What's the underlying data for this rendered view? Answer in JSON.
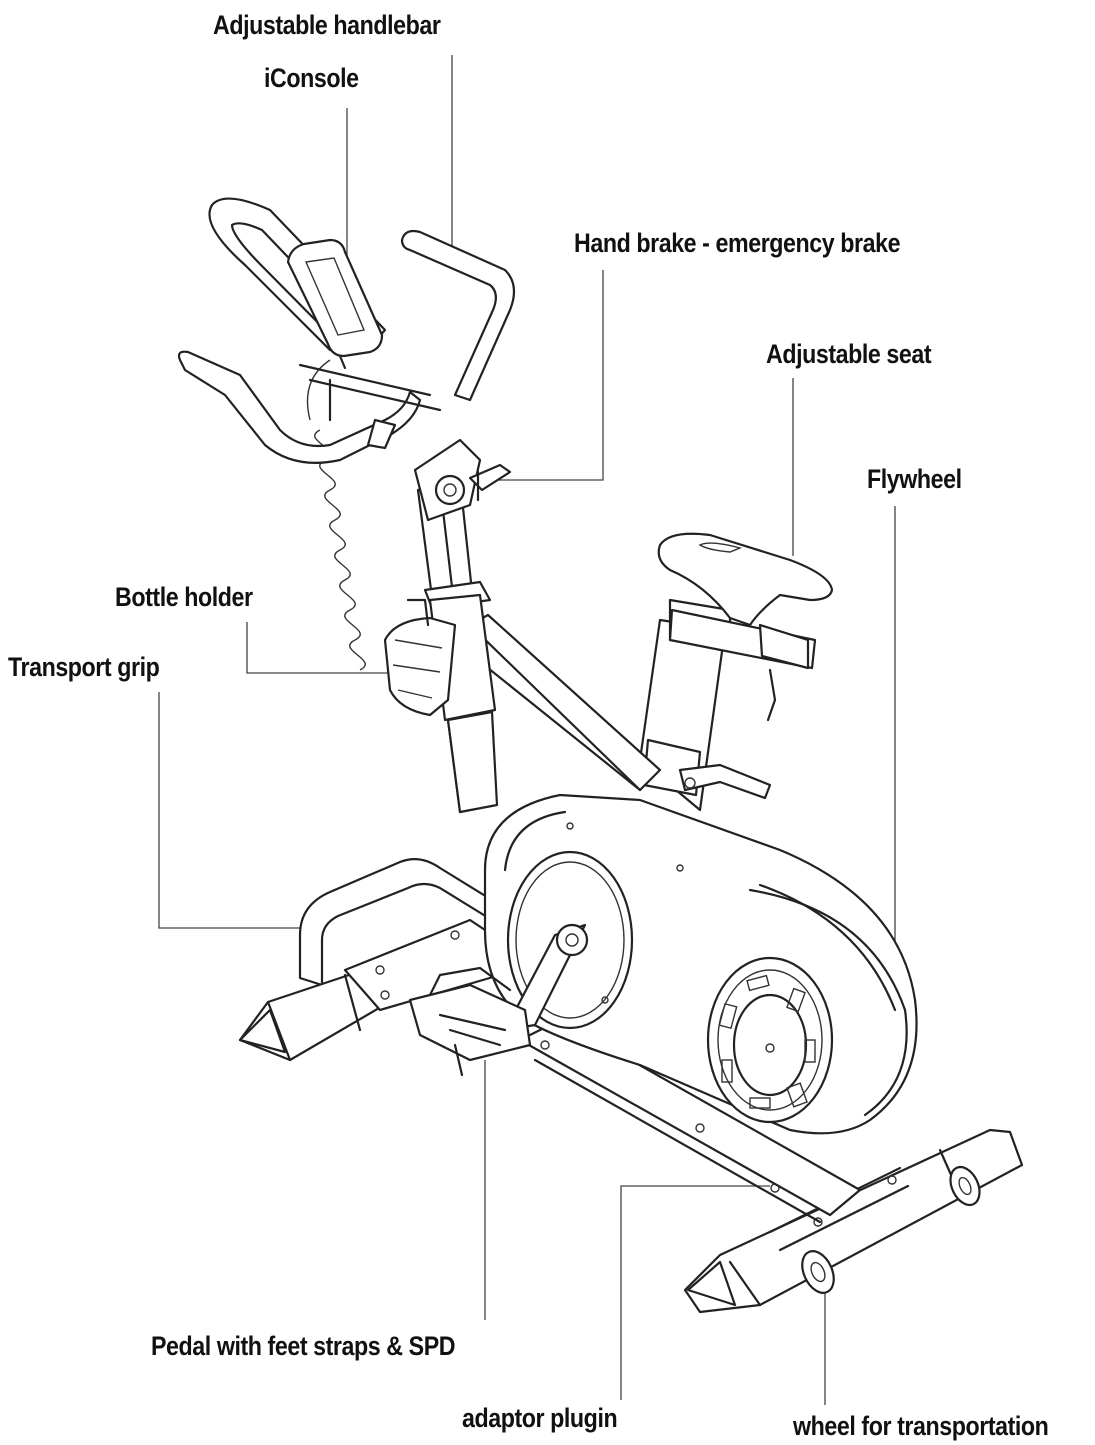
{
  "labels": {
    "adjustable_handlebar": "Adjustable handlebar",
    "iconsole": "iConsole",
    "hand_brake": "Hand brake - emergency brake",
    "adjustable_seat": "Adjustable seat",
    "flywheel": "Flywheel",
    "bottle_holder": "Bottle holder",
    "transport_grip": "Transport grip",
    "pedal": "Pedal with feet straps & SPD",
    "adaptor_plugin": "adaptor plugin",
    "wheel": "wheel for transportation"
  },
  "colors": {
    "ink": "#222222",
    "background": "#ffffff"
  }
}
